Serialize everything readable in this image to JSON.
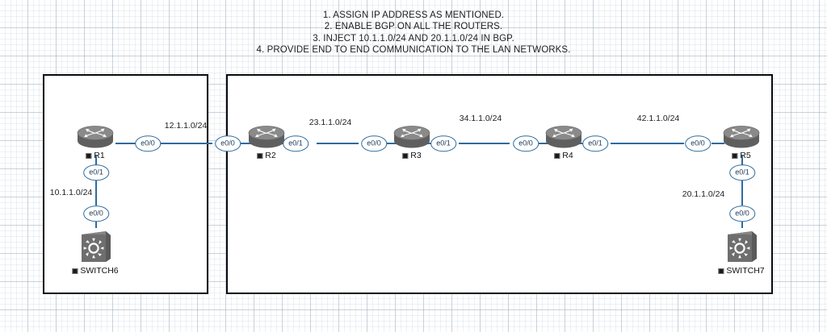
{
  "instructions": {
    "lines": [
      "1. ASSIGN IP ADDRESS AS MENTIONED.",
      "2. ENABLE BGP ON ALL THE ROUTERS.",
      "3. INJECT 10.1.1.0/24 AND 20.1.1.0/24 IN BGP.",
      "4. PROVIDE END TO END COMMUNICATION TO THE LAN NETWORKS."
    ]
  },
  "colors": {
    "link": "#2e6b9e",
    "panel_border": "#0a0a0a",
    "device_body": "#6e6e6e",
    "iface_text": "#1b3a5c",
    "text": "#1d1d1d"
  },
  "panels": [
    {
      "name": "left-site-panel"
    },
    {
      "name": "right-site-panel"
    }
  ],
  "devices": [
    {
      "id": "r1",
      "label": "R1",
      "type": "router"
    },
    {
      "id": "r2",
      "label": "R2",
      "type": "router"
    },
    {
      "id": "r3",
      "label": "R3",
      "type": "router"
    },
    {
      "id": "r4",
      "label": "R4",
      "type": "router"
    },
    {
      "id": "r5",
      "label": "R5",
      "type": "router"
    },
    {
      "id": "switch6",
      "label": "SWITCH6",
      "type": "switch"
    },
    {
      "id": "switch7",
      "label": "SWITCH7",
      "type": "switch"
    }
  ],
  "interfaces": [
    {
      "id": "r1_e00",
      "label": "e0/0"
    },
    {
      "id": "r2_e00",
      "label": "e0/0"
    },
    {
      "id": "r2_e01",
      "label": "e0/1"
    },
    {
      "id": "r3_e00",
      "label": "e0/0"
    },
    {
      "id": "r3_e01",
      "label": "e0/1"
    },
    {
      "id": "r4_e00",
      "label": "e0/0"
    },
    {
      "id": "r4_e01",
      "label": "e0/1"
    },
    {
      "id": "r5_e00",
      "label": "e0/0"
    },
    {
      "id": "r1_e01",
      "label": "e0/1"
    },
    {
      "id": "sw6_e00",
      "label": "e0/0"
    },
    {
      "id": "r5_e01",
      "label": "e0/1"
    },
    {
      "id": "sw7_e00",
      "label": "e0/0"
    }
  ],
  "networks": [
    {
      "id": "net_12",
      "label": "12.1.1.0/24"
    },
    {
      "id": "net_23",
      "label": "23.1.1.0/24"
    },
    {
      "id": "net_34",
      "label": "34.1.1.0/24"
    },
    {
      "id": "net_42",
      "label": "42.1.1.0/24"
    },
    {
      "id": "net_10",
      "label": "10.1.1.0/24"
    },
    {
      "id": "net_20",
      "label": "20.1.1.0/24"
    }
  ]
}
